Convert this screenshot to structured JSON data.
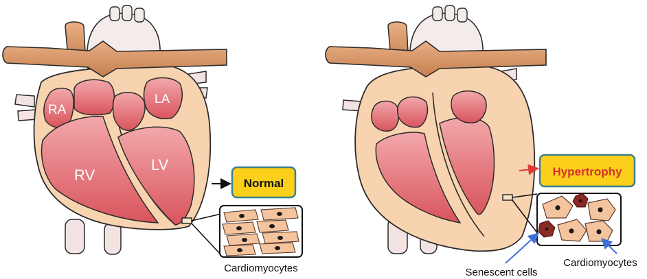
{
  "left_heart": {
    "chambers": {
      "ra": "RA",
      "rv": "RV",
      "la": "LA",
      "lv": "LV"
    },
    "status_label": "Normal",
    "cells_caption": "Cardiomyocytes"
  },
  "right_heart": {
    "status_label": "Hypertrophy",
    "senescent_caption": "Senescent cells",
    "cells_caption": "Cardiomyocytes"
  },
  "colors": {
    "heart_wall": "#f7d3b0",
    "outline": "#2b2b2b",
    "chamber": "#e37a7f",
    "aorta": "#f3eceb",
    "vessel": "#d99a6a",
    "label_box_fill": "#fccf1a",
    "label_box_border": "#3c7f8c",
    "normal_text": "#111111",
    "hypertrophy_text": "#d63328",
    "red_arrow": "#e03a33",
    "blue_arrow": "#3f6fd9",
    "senescent_cell": "#8a2a22",
    "cell_fill": "#f4c49f"
  }
}
